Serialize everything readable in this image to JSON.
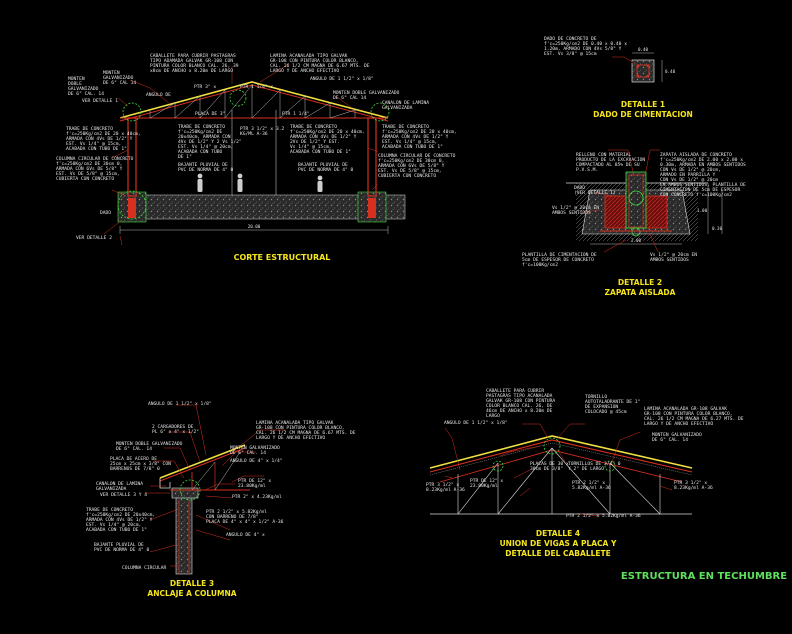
{
  "titles": {
    "corte": "CORTE ESTRUCTURAL",
    "detalle1_a": "DETALLE 1",
    "detalle1_b": "DADO DE CIMENTACION",
    "detalle2_a": "DETALLE 2",
    "detalle2_b": "ZAPATA AISLADA",
    "detalle3_a": "DETALLE 3",
    "detalle3_b": "ANCLAJE A COLUMNA",
    "detalle4_a": "DETALLE 4",
    "detalle4_b": "UNION DE VIGAS A PLACA Y",
    "detalle4_c": "DETALLE DEL CABALLETE",
    "main": "ESTRUCTURA EN TECHUMBRE"
  },
  "corte_labels": {
    "caballete": [
      "CABALLETE PARA CUBRIR PASTAGRAS",
      "TIPO ADAMADA GALVAK GR-108 CON",
      "PINTURA COLOR BLANCO CAL. 26, 39",
      "x8cm DE ANCHO x 8.20m DE LARGO"
    ],
    "lamina": [
      "LAMINA ACANALADA TIPO GALVAK",
      "GR-108 CON PINTURA COLOR BLANCO,",
      "CAL. 26 1/2 CM MAGNA DE 6.67 MTS. DE",
      "LARGO Y DE ANCHO EFECTIVO"
    ],
    "monten": [
      "MONTEN",
      "DOBLE",
      "GALVANIZADO",
      "DE 6\" CAL. 14"
    ],
    "monten_top": [
      "MONTEN",
      "GALVANIZADO",
      "DE 6\" CAL 14"
    ],
    "angulo_top": "ANGULO DE 1 1/2\" x 1/8\"",
    "angulo_left": "ANGULO DE",
    "ptr1": "PTR 3\" x",
    "ptr2": "PTR 1 1/4\"",
    "placa": "PLACA DE 3\"",
    "ver_detalle1": "VER DETALLE 1",
    "monten_doble": [
      "MONTEN DOBLE GALVANIZADO",
      "DE 6\" CAL 14"
    ],
    "canalon": [
      "CANALON DE LAMINA",
      "GALVANIZADA"
    ],
    "trabe_left": [
      "TRABE DE CONCRETO",
      "f'c=250Kg/cm2 DE 20 x 40cm,",
      "ARMADA CON 4Vs DE 1/2\" Y",
      "EST. Vs 1/4\" @ 15cm,",
      "ACABADA CON TUBO DE 1\""
    ],
    "columna_left": [
      "COLUMNA CIRCULAR DE CONCRETO",
      "f'c=250Kg/cm2 DE 30cm 0,",
      "ARMADA CON 6Vs DE 5/8\" Y",
      "EST. Vs DE 5/8\" @ 15cm,",
      "CUBIERTA CON CONCRETO"
    ],
    "trabe_mid": [
      "TRABE DE CONCRETO",
      "f'c=250Kg/cm2 DE",
      "20x40cm, ARMADA CON",
      "4Vs DE 1/2\" Y 2 Vs 1/2\"",
      "EST. Vs 1/4\" @ 20cm,",
      "ACABADA CON TUBO",
      "DE 1\""
    ],
    "bajante_mid": [
      "BAJANTE PLUVIAL DE",
      "PVC DE NORMA DE 4\" 0"
    ],
    "ptr_mid": [
      "PTR 3 1/2\" x 3.2",
      "KG/ML A-36"
    ],
    "trabe_right1": [
      "TRABE DE CONCRETO",
      "f'c=250Kg/cm2 DE 20 x 40cm,",
      "ARMADA CON 4Vs DE 1/2\" Y",
      "2Vs DE 1/2\" Y EST.",
      "Vs 1/4\" @ 15cm,",
      "ACABADA CON TUBO DE 1\""
    ],
    "bajante_right": [
      "BAJANTE PLUVIAL DE",
      "PVC DE NORMA DE 4\" 0"
    ],
    "trabe_right2": [
      "TRABE DE CONCRETO",
      "f'c=250Kg/cm2 DE 20 x 40cm,",
      "ARMADA CON 4Vs DE 1/2\" Y",
      "EST. Vs 1/4\" @ 15cm,",
      "ACABADA CON TUBO DE 1\""
    ],
    "columna_right": [
      "COLUMNA CIRCULAR DE CONCRETO",
      "f'c=250Kg/cm2 DE 30cm 0,",
      "ARMADA CON 6Vs DE 5/8\" Y",
      "EST. Vs DE 5/8\" @ 15cm,",
      "CUBIERTA CON CONCRETO"
    ],
    "dado": "DADO",
    "ver_detalle2": "VER DETALLE 2",
    "dim_span": "20.00",
    "ptr_top": "PTR 1 1/4\" x"
  },
  "detalle1_labels": [
    "DADO DE CONCRETO DE",
    "f'c=250Kg/cm2 DE 0.40 x 0.40 x",
    "1.20m, ARMADO CON 4Vs 5/8\" Y",
    "EST. Vs 3/8\" @ 15cm"
  ],
  "detalle1_dims": [
    "0.40",
    "0.40"
  ],
  "detalle2_labels": {
    "relleno": [
      "RELLENO CON MATERIAL",
      "PRODUCTO DE LA EXCAVACION",
      "COMPACTADO AL 85% DE SU",
      "P.V.S.M."
    ],
    "zapata": [
      "ZAPATA AISLADA DE CONCRETO",
      "f'c=250Kg/cm2 DE 2.00 x 2.00 x",
      "0.30m, ARMADA EN AMBOS SENTIDOS",
      "CON Vs DE 1/2\" @ 20cm,",
      "ARMADO EN PARRILLA Y",
      "CON Vs DE 1/2\" @ 20cm",
      "EN AMBOS SENTIDOS, PLANTILLA DE",
      "CIMENTACION DE 5cm DE ESPESOR",
      "CON CONCRETO f'c=100Kg/cm2"
    ],
    "dado": [
      "DADO",
      "(VER DETALLE 1)"
    ],
    "vs_right": [
      "Vs 1/2\" @ 20cm EN",
      "AMBOS SENTIDOS"
    ],
    "plantilla": [
      "PLANTILLA DE CIMENTACION DE",
      "5cm DE ESPESOR DE CONCRETO",
      "f'c=100Kg/cm2"
    ],
    "vs_bottom": [
      "Vs 1/2\" @ 20cm EN",
      "AMBOS SENTIDOS"
    ],
    "dim_h1": "1.00",
    "dim_h2": "0.30",
    "dim_w": "2.00"
  },
  "detalle3_labels": {
    "angulo": "ANGULO DE 1 1/2\" x 1/8\"",
    "cargadores": [
      "2 CARGADORES DE",
      "PL 6\" x 4\" x 1/2\""
    ],
    "lamina": [
      "LAMINA ACANALADA TIPO GALVAK",
      "GR-108 CON PINTURA COLOR BLANCO,",
      "CAL. 26 1/2 CM MAGNA DE 6.67 MTS. DE",
      "LARGO Y DE ANCHO EFECTIVO"
    ],
    "monten_doble": [
      "MONTEN DOBLE GALVANIZADO",
      "DE 6\" CAL. 14"
    ],
    "placa": [
      "PLACA DE ACERO DE",
      "25cm x 25cm x 3/8\" CON",
      "BARRENOS DE 7/8\" 0"
    ],
    "canalon": [
      "CANALON DE LAMINA",
      "GALVANIZADA"
    ],
    "ver_detalle": "VER DETALLE 3 Y 4",
    "monten_galv": [
      "MONTEN GALVANIZADO",
      "DE 6\" CAL. 14"
    ],
    "angulo2": "ANGULO DE 4\" x 1/4\"",
    "ptr": [
      "PTR DE 12\" x",
      "23.80Kg/ml"
    ],
    "ptr2": "PTR 2\" x 4.23Kg/ml",
    "trabe": [
      "TRABE DE CONCRETO",
      "f'c=250Kg/cm2 DE 20x40cm,",
      "ARMADA CON 4Vs DE 1/2\" Y",
      "EST. Vs 1/4\" @ 20cm,",
      "ACABADA CON TUBO DE 1\""
    ],
    "placa2": [
      "PTR 2 1/2\" x 5.82Kg/ml",
      "CON BARRENO DE 7/8\"",
      "PLACA DE 4\" x 4\" x 1/2\" A-36"
    ],
    "angulo3": "ANGULO DE 4\" x",
    "bajante": [
      "BAJANTE PLUVIAL DE",
      "PVC DE NORMA DE 4\" 0"
    ],
    "columna": "COLUMNA CIRCULAR"
  },
  "detalle4_labels": {
    "caballete": [
      "CABALLETE PARA CUBRIR",
      "PASTAGRAS TIPO ACANALADA",
      "GALVAK GR-108 CON PINTURA",
      "COLOR BLANCO CAL. 26, DE",
      "46cm DE ANCHO x 8.20m DE",
      "LARGO"
    ],
    "tornillo": [
      "TORNILLO",
      "AUTOTALADRANTE DE 1\"",
      "DE EXPANSION",
      "COLOCADO @ 45cm"
    ],
    "lamina": [
      "LAMINA ACANALADA GR-108 GALVAK",
      "GR-108 CON PINTURA COLOR BLANCO,",
      "CAL. 26 1/2 CM MAGNA DE 6.27 MTS. DE",
      "LARGO Y DE ANCHO EFECTIVO"
    ],
    "angulo": "ANGULO DE 1 1/2\" x 1/8\"",
    "monten": [
      "MONTEN GALVANIZADO",
      "DE 6\" CAL. 14"
    ],
    "placas": [
      "PLACAS DE 30 x",
      "30cm DE 3/8\""
    ],
    "tornillos": [
      "TORNILLOS DE 3/4\" 0",
      "Y 2\" DE LARGO"
    ],
    "ptr_left": [
      "PTR 3 1/2\" x",
      "8.23Kg/ml A-36"
    ],
    "ptr_mid1": [
      "PTR DE 12\" x",
      "23.80Kg/ml"
    ],
    "ptr_mid2": [
      "PTR 2 1/2\" x",
      "5.82Kg/ml A-36"
    ],
    "ptr_right": [
      "PTR 3 1/2\" x",
      "8.23Kg/ml A-36"
    ],
    "ptr_bottom": "PTR 2 1/2\" x 5.82Kg/ml A-36"
  },
  "colors": {
    "background": "#000000",
    "title_yellow": "#f5e51c",
    "title_green": "#5ee05e",
    "steel_red": "#d7301f",
    "concrete": "#9a9a9a",
    "text": "#e6e6e6"
  }
}
